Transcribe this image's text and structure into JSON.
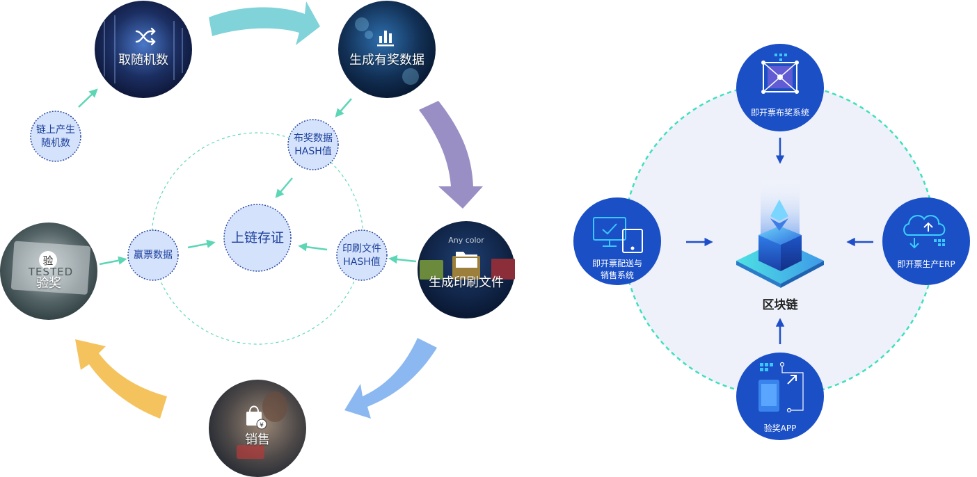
{
  "left_cycle": {
    "random_number": "取随机数",
    "generate_prize_data": "生成有奖数据",
    "generate_print_file": "生成印刷文件",
    "any_color": "Any color",
    "sales": "销售",
    "verify_prize": "验奖",
    "verify_badge": "验",
    "tested": "TESTED",
    "onchain_random_line1": "链上产生",
    "onchain_random_line2": "随机数",
    "prize_hash_line1": "布奖数据",
    "prize_hash_line2": "HASH值",
    "print_hash_line1": "印刷文件",
    "print_hash_line2": "HASH值",
    "winning_data": "赢票数据",
    "onchain_evidence": "上链存证"
  },
  "right_diagram": {
    "center": "区块链",
    "top_node": "即开票布奖系统",
    "left_node_line1": "即开票配送与",
    "left_node_line2": "销售系统",
    "right_node": "即开票生产ERP",
    "bottom_node": "验奖APP"
  },
  "colors": {
    "arrow_teal": "#7fd3d9",
    "arrow_purple": "#9a8fc5",
    "arrow_blue": "#8bb8f0",
    "arrow_yellow": "#f5c35e",
    "small_arrow_green": "#5dd6b6",
    "bubble_fill": "#d5e2fb",
    "bubble_border": "#2b4aa3",
    "node_blue": "#1a4fc6",
    "ring_fill": "#eef1fa",
    "ring_dash": "#3fe0bf",
    "arrow_dark_blue": "#1f4fc8"
  }
}
